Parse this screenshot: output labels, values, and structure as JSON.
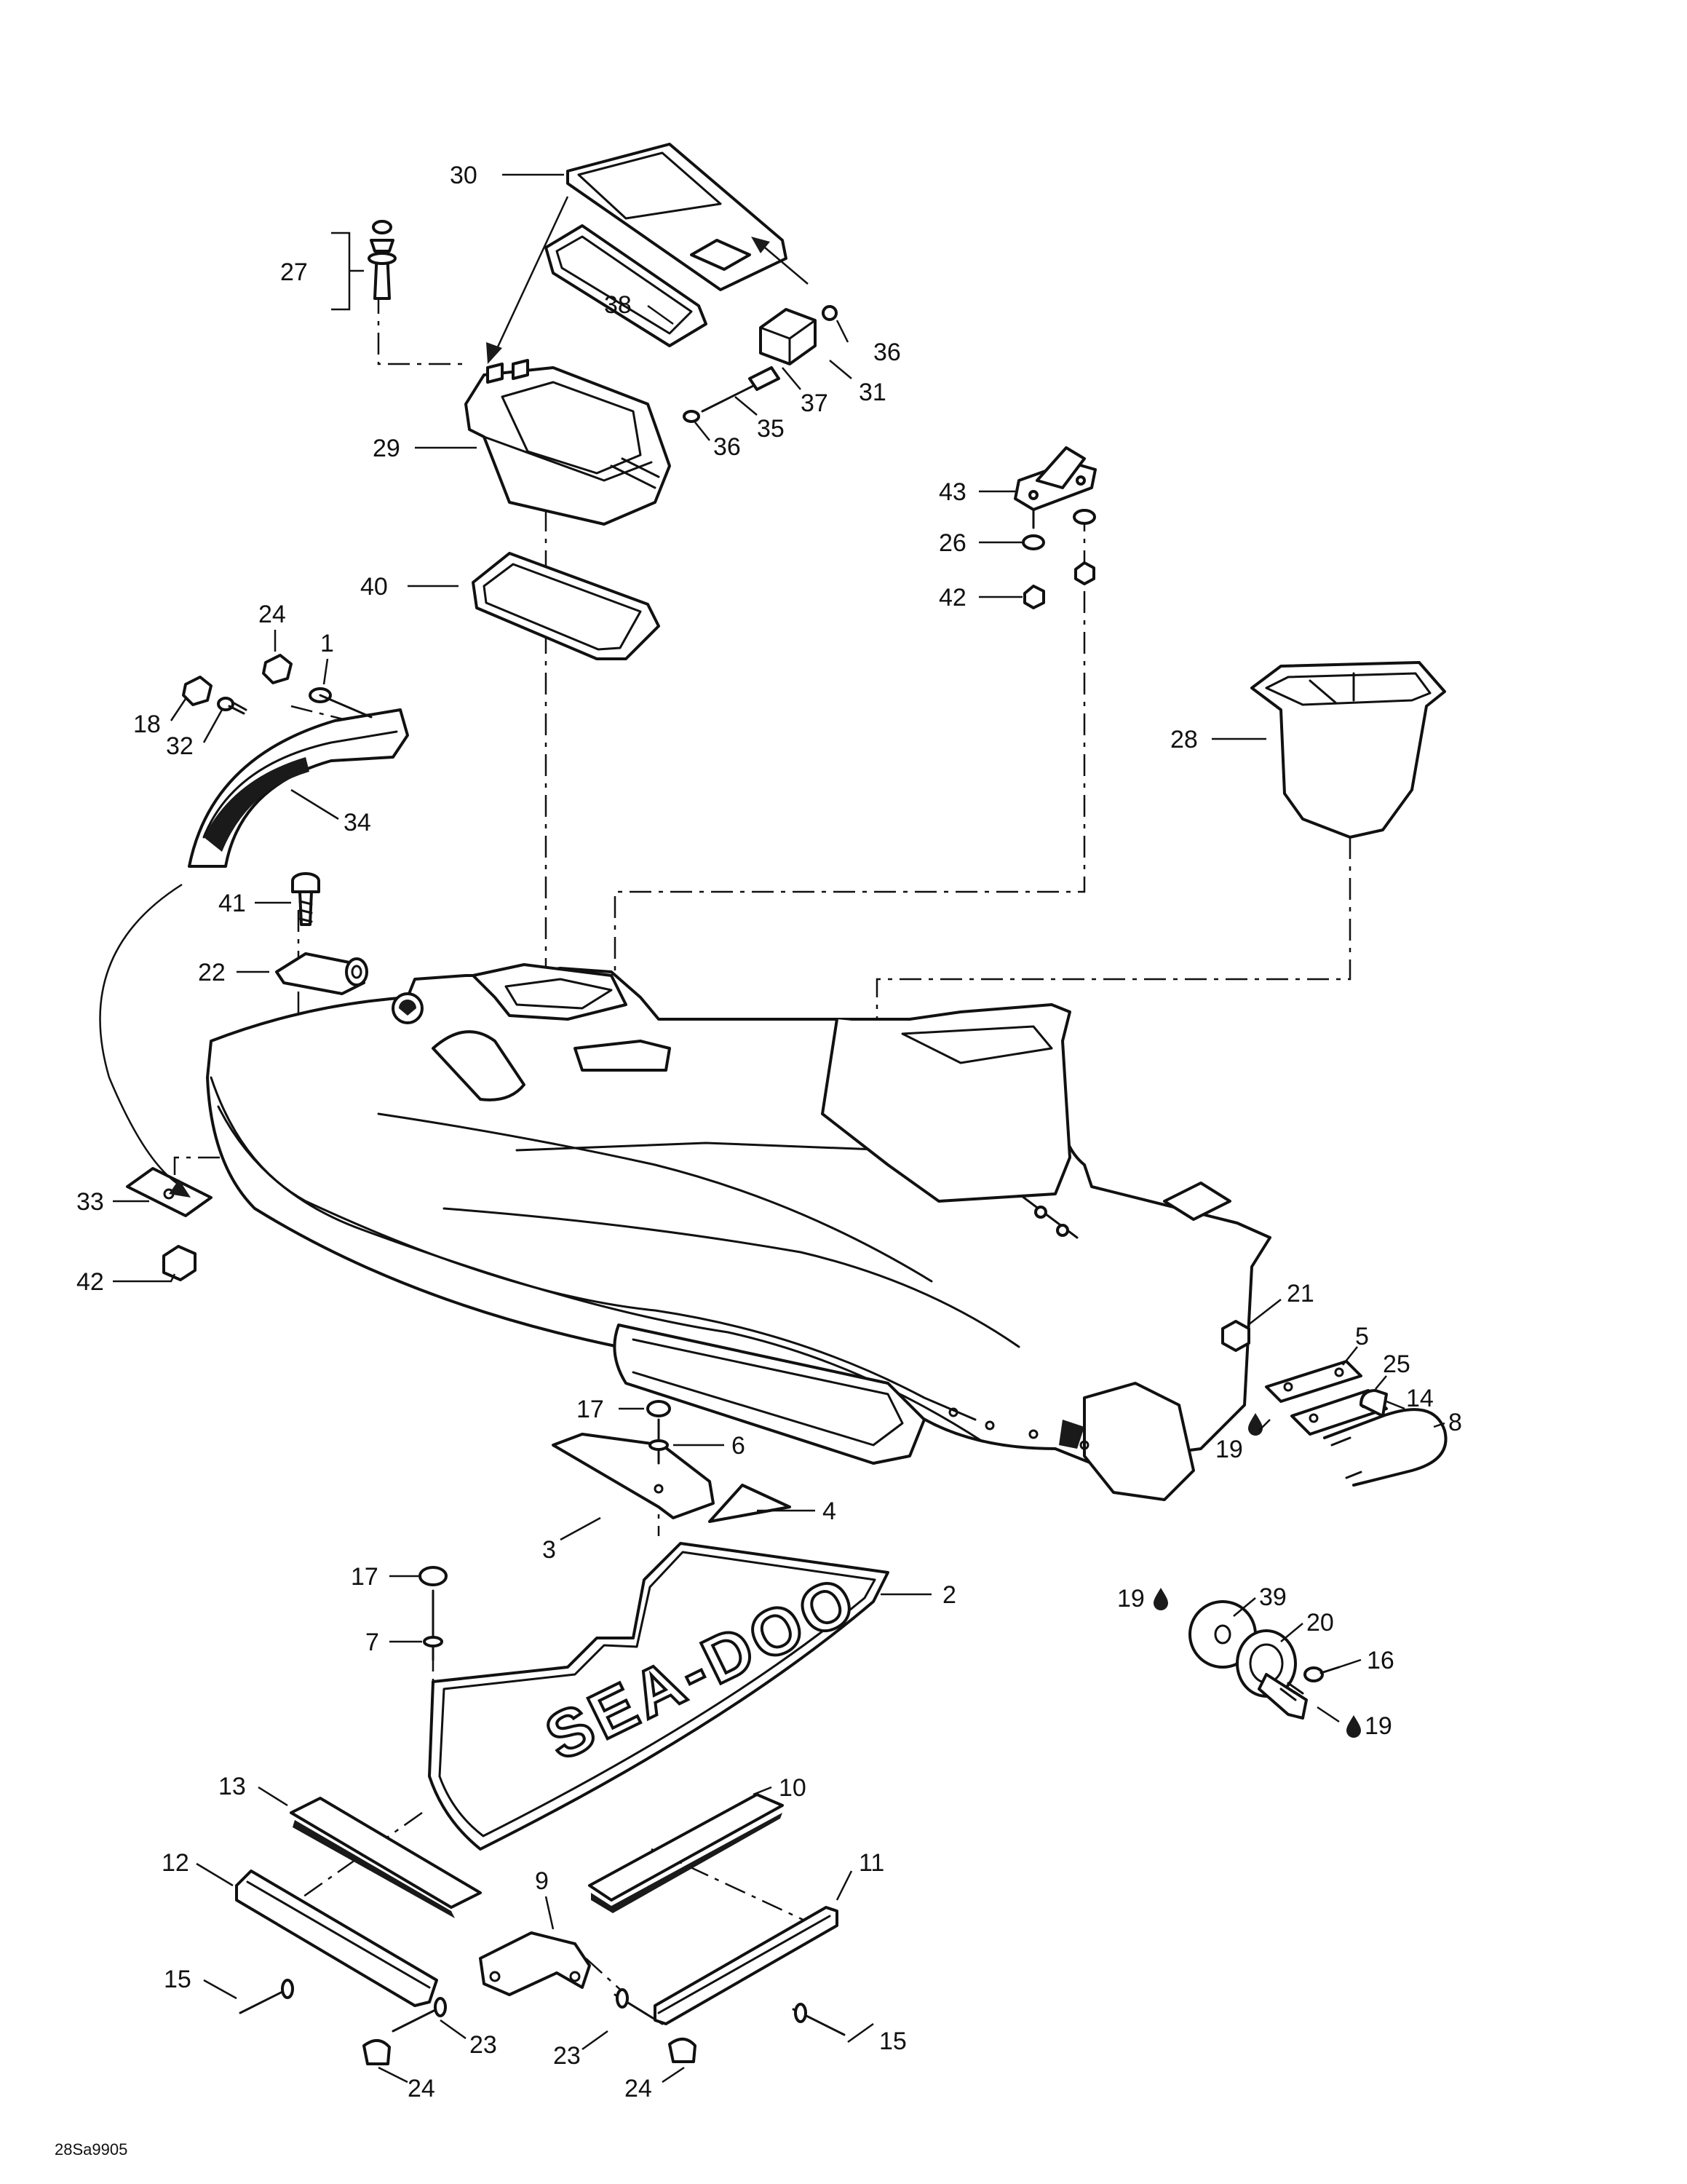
{
  "diagram": {
    "drawing_code": "28Sa9905",
    "logo_text": "SEA-DOO",
    "callouts": [
      {
        "id": "c30",
        "label": "30"
      },
      {
        "id": "c27",
        "label": "27"
      },
      {
        "id": "c38",
        "label": "38"
      },
      {
        "id": "c36a",
        "label": "36"
      },
      {
        "id": "c37",
        "label": "37"
      },
      {
        "id": "c31",
        "label": "31"
      },
      {
        "id": "c35",
        "label": "35"
      },
      {
        "id": "c36b",
        "label": "36"
      },
      {
        "id": "c29",
        "label": "29"
      },
      {
        "id": "c43",
        "label": "43"
      },
      {
        "id": "c26",
        "label": "26"
      },
      {
        "id": "c42a",
        "label": "42"
      },
      {
        "id": "c40",
        "label": "40"
      },
      {
        "id": "c24a",
        "label": "24"
      },
      {
        "id": "c1",
        "label": "1"
      },
      {
        "id": "c18",
        "label": "18"
      },
      {
        "id": "c32",
        "label": "32"
      },
      {
        "id": "c34",
        "label": "34"
      },
      {
        "id": "c28",
        "label": "28"
      },
      {
        "id": "c41",
        "label": "41"
      },
      {
        "id": "c22",
        "label": "22"
      },
      {
        "id": "c33",
        "label": "33"
      },
      {
        "id": "c42b",
        "label": "42"
      },
      {
        "id": "c21",
        "label": "21"
      },
      {
        "id": "c5",
        "label": "5"
      },
      {
        "id": "c25",
        "label": "25"
      },
      {
        "id": "c14",
        "label": "14"
      },
      {
        "id": "c8",
        "label": "8"
      },
      {
        "id": "c19a",
        "label": "19"
      },
      {
        "id": "c17a",
        "label": "17"
      },
      {
        "id": "c6",
        "label": "6"
      },
      {
        "id": "c4",
        "label": "4"
      },
      {
        "id": "c3",
        "label": "3"
      },
      {
        "id": "c17b",
        "label": "17"
      },
      {
        "id": "c2",
        "label": "2"
      },
      {
        "id": "c7",
        "label": "7"
      },
      {
        "id": "c19b",
        "label": "19"
      },
      {
        "id": "c39",
        "label": "39"
      },
      {
        "id": "c20",
        "label": "20"
      },
      {
        "id": "c16",
        "label": "16"
      },
      {
        "id": "c19c",
        "label": "19"
      },
      {
        "id": "c13",
        "label": "13"
      },
      {
        "id": "c10",
        "label": "10"
      },
      {
        "id": "c12",
        "label": "12"
      },
      {
        "id": "c11",
        "label": "11"
      },
      {
        "id": "c9",
        "label": "9"
      },
      {
        "id": "c15a",
        "label": "15"
      },
      {
        "id": "c15b",
        "label": "15"
      },
      {
        "id": "c23a",
        "label": "23"
      },
      {
        "id": "c23b",
        "label": "23"
      },
      {
        "id": "c24b",
        "label": "24"
      },
      {
        "id": "c24c",
        "label": "24"
      }
    ]
  }
}
